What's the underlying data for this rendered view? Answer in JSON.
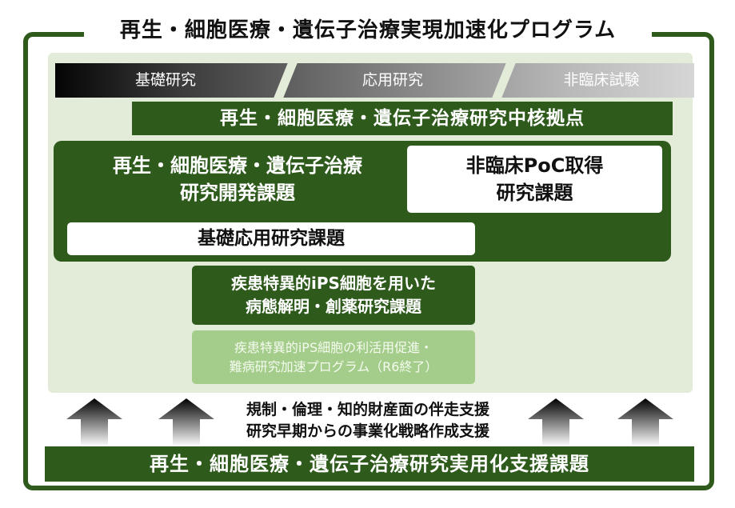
{
  "title": "再生・細胞医療・遺伝子治療実現加速化プログラム",
  "phases": [
    "基礎研究",
    "応用研究",
    "非臨床試験"
  ],
  "core_hub": "再生・細胞医療・遺伝子治療研究中核拠点",
  "development": {
    "title_line1": "再生・細胞医療・遺伝子治療",
    "title_line2": "研究開発課題",
    "poc_line1": "非臨床PoC取得",
    "poc_line2": "研究課題",
    "basic": "基礎応用研究課題"
  },
  "ips_task": {
    "line1": "疾患特異的iPS細胞を用いた",
    "line2": "病態解明・創薬研究課題"
  },
  "ips_old_task": {
    "line1": "疾患特異的iPS細胞の利活用促進・",
    "line2": "難病研究加速プログラム（R6終了）"
  },
  "support": {
    "line1": "規制・倫理・知的財産面の伴走支援",
    "line2": "研究早期からの事業化戦略作成支援"
  },
  "bottom": "再生・細胞医療・遺伝子治療研究実用化支援課題",
  "colors": {
    "dark_green": "#2e5a1c",
    "light_green_panel": "#e3ecd8",
    "faded_green": "#a4cc8a"
  }
}
